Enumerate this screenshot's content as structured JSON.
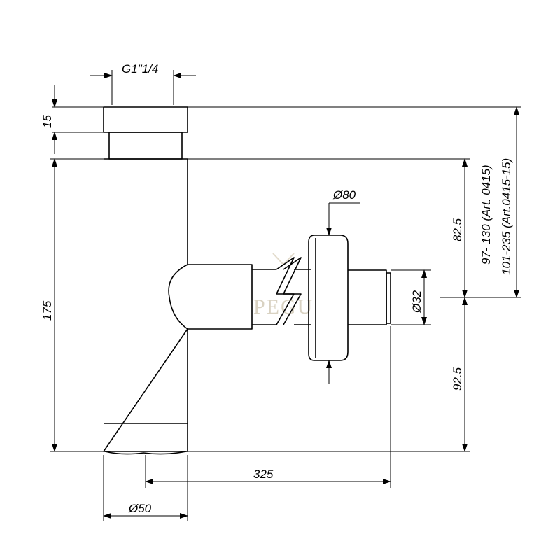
{
  "watermark": {
    "text": "PEGU"
  },
  "dimensions": {
    "thread": "G1\"1/4",
    "top_height": "15",
    "body_height": "175",
    "upper_offset": "82.5",
    "lower_offset": "92.5",
    "range_a": "97- 130 (Art. 0415)",
    "range_b": "101-235 (Art.0415-15)",
    "rosette_dia": "Ø80",
    "outlet_dia": "Ø32",
    "outlet_length": "325",
    "body_dia": "Ø50"
  }
}
